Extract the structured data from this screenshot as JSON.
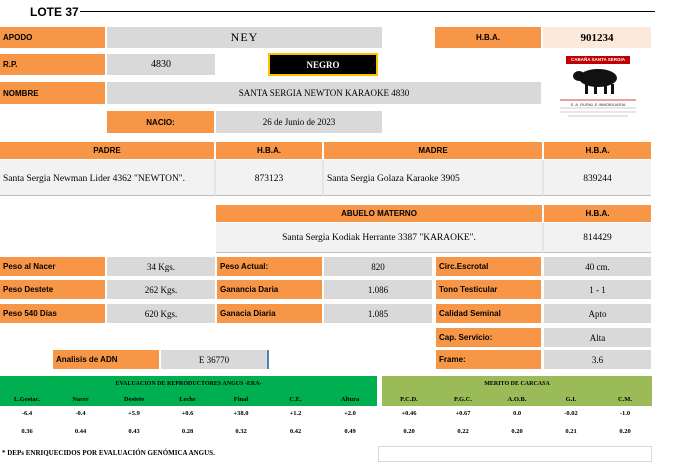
{
  "lote": "LOTE 37",
  "apodo": {
    "label": "APODO",
    "value": "NEY"
  },
  "hba": {
    "label": "H.B.A.",
    "value": "901234"
  },
  "rp": {
    "label": "R.P.",
    "value": "4830"
  },
  "color": "NEGRO",
  "nombre": {
    "label": "NOMBRE",
    "value": "SANTA SERGIA NEWTON KARAOKE 4830"
  },
  "nacio": {
    "label": "NACIO:",
    "value": "26 de Junio de 2023"
  },
  "logo": {
    "title": "CABAÑA SANTA SERGIA",
    "company": "S. A. RURAL E INMOBILIARIA"
  },
  "padre": {
    "label": "PADRE",
    "hba_label": "H.B.A.",
    "value": "Santa Sergia Newman Lider 4362 \"NEWTON\".",
    "hba": "873123"
  },
  "madre": {
    "label": "MADRE",
    "hba_label": "H.B.A.",
    "value": "Santa Sergia Golaza Karaoke 3905",
    "hba": "839244"
  },
  "abuelo": {
    "label": "ABUELO MATERNO",
    "hba_label": "H.B.A.",
    "value": "Santa Sergia Kodiak Herrante 3387 \"KARAOKE\".",
    "hba": "814429"
  },
  "pesos": [
    {
      "label": "Peso al Nacer",
      "value": "34  Kgs."
    },
    {
      "label": "Peso Destete",
      "value": "262  Kgs."
    },
    {
      "label": "Peso 540 Días",
      "value": "620  Kgs."
    }
  ],
  "ganancias": [
    {
      "label": "Peso Actual:",
      "value": "820"
    },
    {
      "label": "Ganancia Daria",
      "value": "1.086"
    },
    {
      "label": "Ganacia Diaria",
      "value": "1.085"
    }
  ],
  "otros": [
    {
      "label": "Circ.Escrotal",
      "value": "40  cm."
    },
    {
      "label": "Tono Testicular",
      "value": "1 - 1"
    },
    {
      "label": "Calidad Seminal",
      "value": "Apto"
    },
    {
      "label": "Cap. Servicio:",
      "value": "Alta"
    },
    {
      "label": "Frame:",
      "value": "3.6"
    }
  ],
  "adn": {
    "label": "Analisis de ADN",
    "value": "E 36770"
  },
  "evaluacion": {
    "title": "EVALUACION DE REPRODUCTORES ANGUS -ERA-",
    "columns": [
      "L.Gestac.",
      "Nacer",
      "Destete",
      "Leche",
      "Final",
      "C.E.",
      "Altura"
    ],
    "values": [
      "-6.4",
      "-0.4",
      "+5.9",
      "+0.6",
      "+38.0",
      "+1.2",
      "+2.0"
    ],
    "accuracy": [
      "0.36",
      "0.44",
      "0.43",
      "0.28",
      "0.32",
      "0.42",
      "0.49"
    ]
  },
  "merito": {
    "title": "MERITO DE CARCASA",
    "columns": [
      "P.C.D.",
      "P.G.C.",
      "A.O.B.",
      "G.I.",
      "C.M."
    ],
    "values": [
      "+0.46",
      "+0.67",
      "0.0",
      "-0.02",
      "-1.0"
    ],
    "accuracy": [
      "0.20",
      "0.22",
      "0.20",
      "0.21",
      "0.20"
    ]
  },
  "footnote": "* DEPs ENRIQUECIDOS POR EVALUACIÓN GENÓMICA ANGUS."
}
